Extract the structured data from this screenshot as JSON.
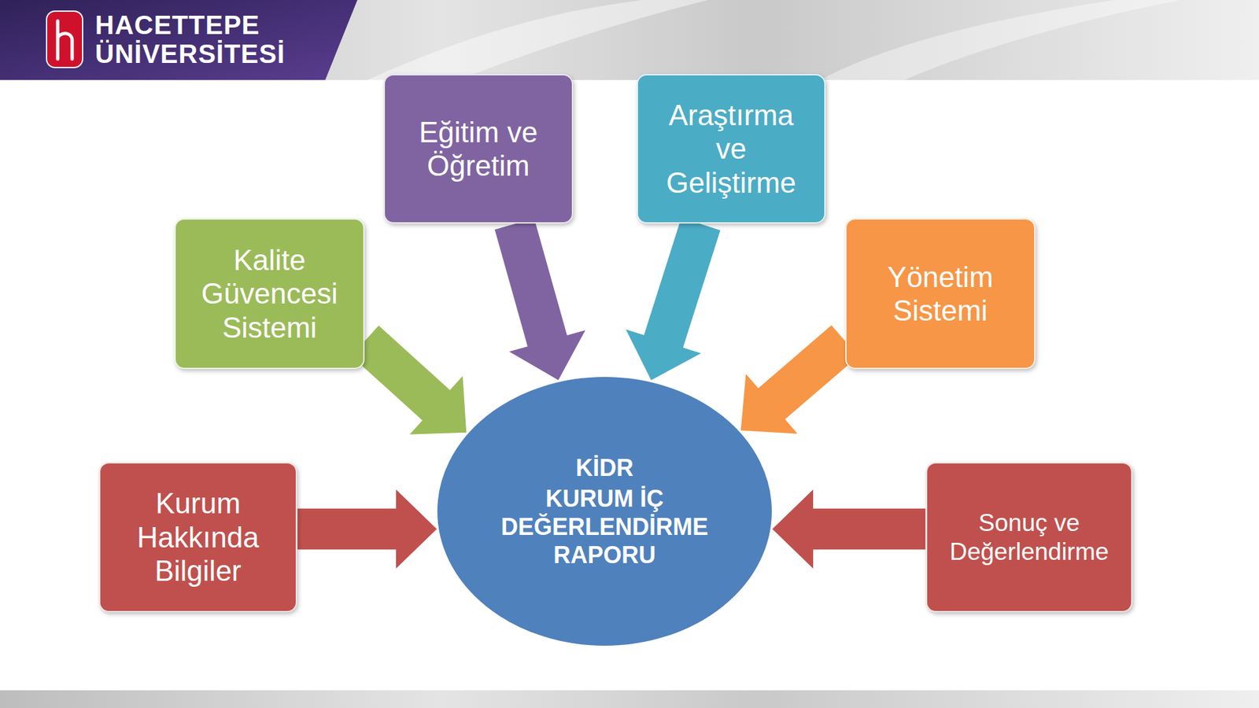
{
  "diagram": {
    "nodes": [
      {
        "text": [
          "Eğitim ve Öğretim"
        ]
      },
      {
        "text": [
          "Araştırma ve Geliştirme"
        ]
      },
      {
        "text": [
          "Kalite Güvencesi Sistemi"
        ]
      },
      {
        "text": [
          "Yönetim Sistemi"
        ]
      },
      {
        "text": [
          "KİDR",
          "KURUM İÇ DEĞERLENDİRME RAPORU"
        ]
      },
      {
        "text": [
          "Kurum Hakkında Bilgiler"
        ]
      },
      {
        "text": [
          "Sonuç ve Değerlendirme"
        ]
      }
    ],
    "edges": [
      {
        "from": 0,
        "to": 4,
        "arrow": "to"
      },
      {
        "from": 1,
        "to": 4,
        "arrow": "to"
      },
      {
        "from": 2,
        "to": 4,
        "arrow": "to"
      },
      {
        "from": 3,
        "to": 4,
        "arrow": "to"
      },
      {
        "from": 5,
        "to": 4,
        "arrow": "to"
      },
      {
        "from": 6,
        "to": 4,
        "arrow": "to"
      }
    ],
    "labels": [
      "HACETTEPE",
      "ÜNİVERSİTESİ"
    ]
  }
}
